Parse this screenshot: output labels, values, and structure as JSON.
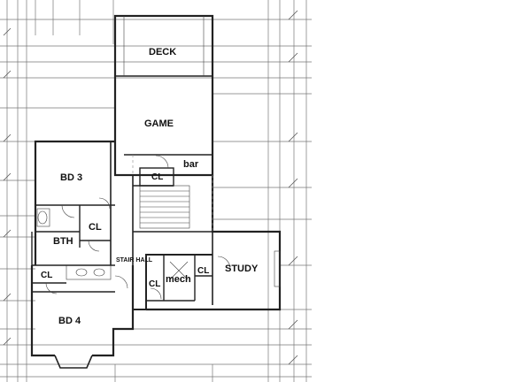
{
  "rooms": {
    "deck": "DECK",
    "game": "GAME",
    "bar": "bar",
    "cl_bar": "CL",
    "bd3": "BD 3",
    "cl_bd3": "CL",
    "bth": "BTH",
    "stair_hall": "STAIR HALL",
    "cl_hall": "CL",
    "mech": "mech",
    "cl_study": "CL",
    "study": "STUDY",
    "cl_bd4": "CL",
    "bd4": "BD 4"
  }
}
